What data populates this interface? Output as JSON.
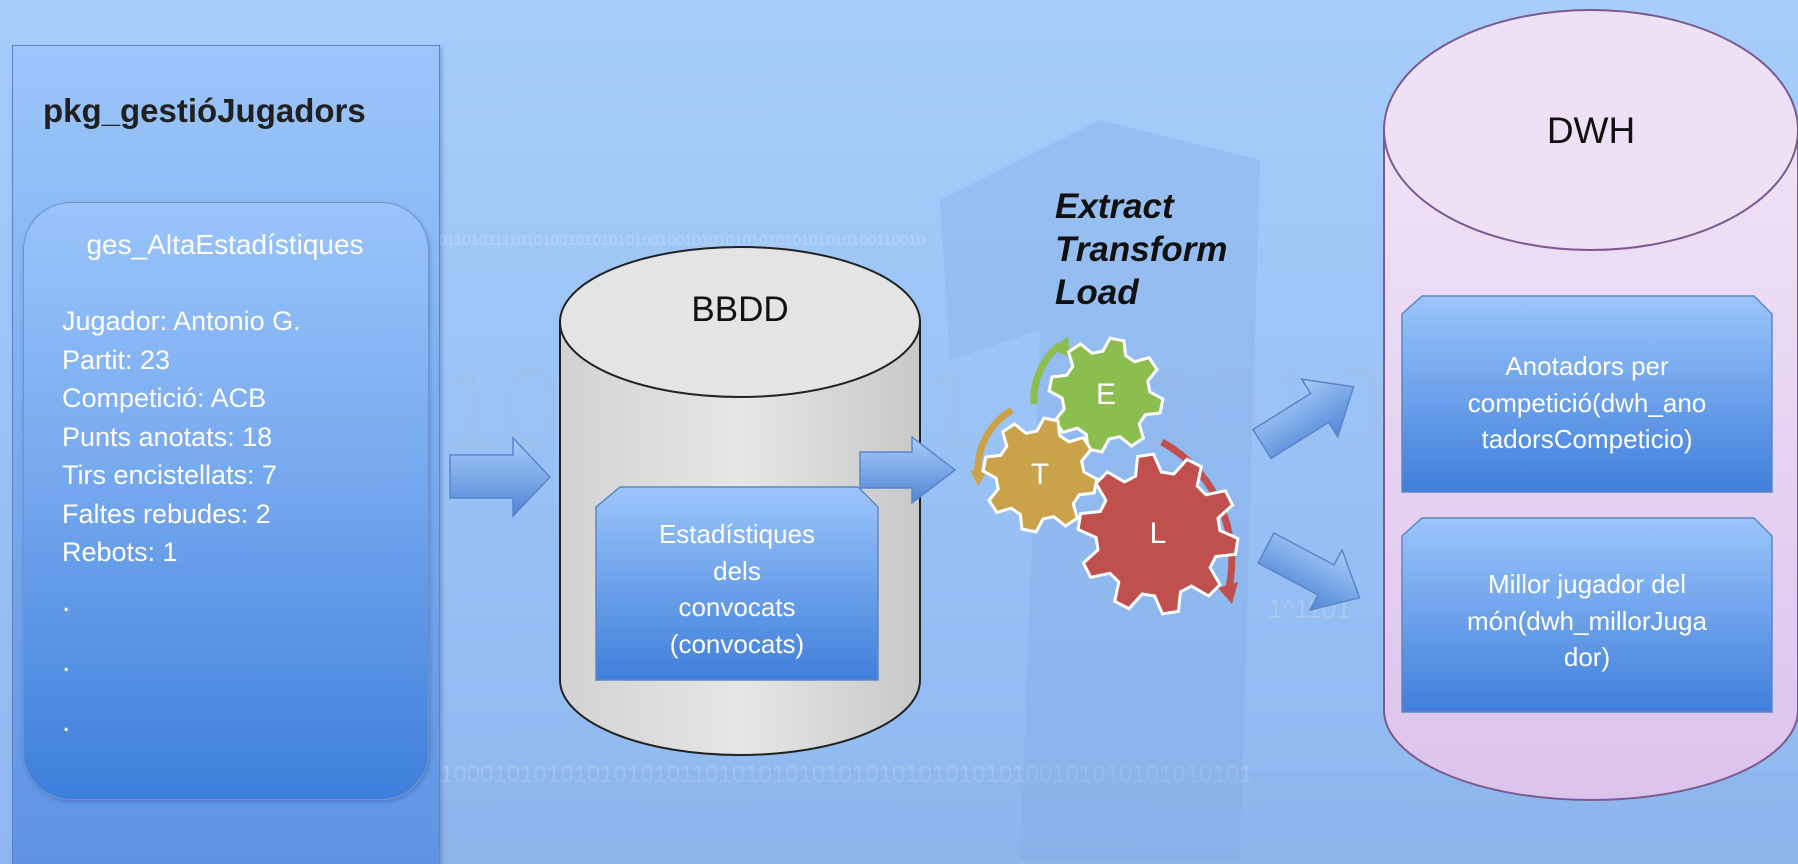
{
  "package": {
    "title": "pkg_gestióJugadors",
    "procedure": {
      "title": "ges_AltaEstadístiques",
      "lines": [
        "Jugador: Antonio G.",
        "Partit: 23",
        "Competició: ACB",
        "Punts anotats: 18",
        "Tirs encistellats: 7",
        "Faltes rebudes: 2",
        "Rebots: 1"
      ],
      "ellipsis": [
        ".",
        ".",
        "."
      ]
    }
  },
  "database": {
    "label": "BBDD",
    "table_lines": [
      "Estadístiques",
      "dels",
      "convocats",
      "(convocats)"
    ]
  },
  "etl": {
    "lines": [
      "Extract",
      "Transform",
      "Load"
    ],
    "gears": [
      {
        "letter": "E",
        "color": "#8cbd4f"
      },
      {
        "letter": "T",
        "color": "#c9a24a"
      },
      {
        "letter": "L",
        "color": "#c0504d"
      }
    ]
  },
  "warehouse": {
    "label": "DWH",
    "tables": [
      {
        "lines": [
          "Anotadors per",
          "competició(dwh_ano",
          "tadorsCompeticio)"
        ]
      },
      {
        "lines": [
          "Millor jugador del",
          "món(dwh_millorJuga",
          "dor)"
        ]
      }
    ]
  },
  "colors": {
    "background": "#9ec8f8",
    "cylinder_gray": "#d9d9d9",
    "cylinder_purple": "#e7d2f0",
    "box_blue": "#4f8ad8",
    "arrow_blue": "#6fa3ea"
  },
  "background_binary": [
    "101101011110101001010101010010010101010101010101010100110010",
    "10",
    "01",
    "1010",
    "1^1101",
    "1000101010101010101101010101010101010101010100101010101010101"
  ]
}
